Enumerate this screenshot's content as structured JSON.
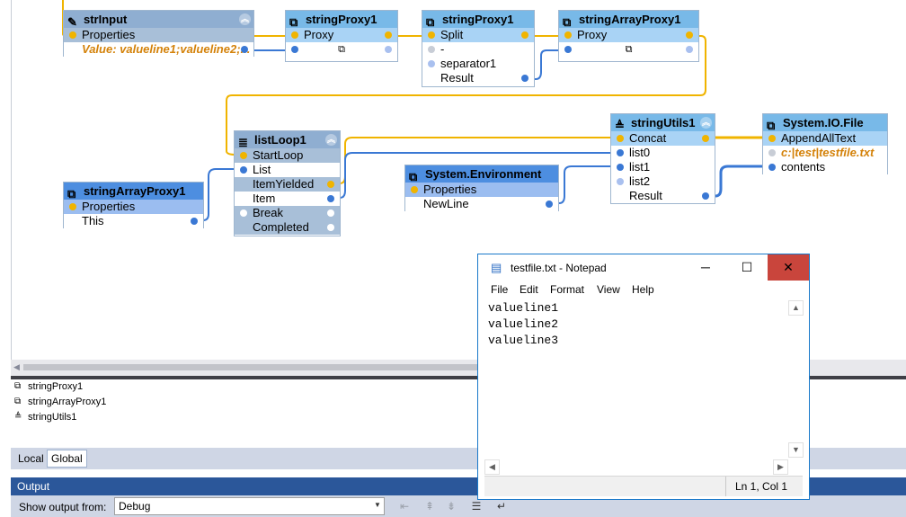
{
  "nodes": {
    "strInput": {
      "title": "strInput",
      "rows": [
        "Properties",
        "Value: valueline1;valueline2;..."
      ]
    },
    "stringProxy1a": {
      "title": "stringProxy1",
      "rows": [
        "Proxy"
      ]
    },
    "stringProxy1b": {
      "title": "stringProxy1",
      "rows": [
        "Split",
        "-",
        "separator1",
        "Result"
      ]
    },
    "stringArrayProxy1a": {
      "title": "stringArrayProxy1",
      "rows": [
        "Proxy"
      ]
    },
    "listLoop1": {
      "title": "listLoop1",
      "rows": [
        "StartLoop",
        "List",
        "ItemYielded",
        "Item",
        "Break",
        "Completed"
      ]
    },
    "stringArrayProxy1b": {
      "title": "stringArrayProxy1",
      "rows": [
        "Properties",
        "This"
      ]
    },
    "systemEnvironment": {
      "title": "System.Environment",
      "rows": [
        "Properties",
        "NewLine"
      ]
    },
    "stringUtils1": {
      "title": "stringUtils1",
      "rows": [
        "Concat",
        "list0",
        "list1",
        "list2",
        "Result"
      ]
    },
    "systemIOFile": {
      "title": "System.IO.File",
      "rows": [
        "AppendAllText",
        "c:|test|testfile.txt",
        "contents"
      ]
    }
  },
  "variables": [
    "stringProxy1",
    "stringArrayProxy1",
    "stringUtils1"
  ],
  "tabs": [
    "Local",
    "Global"
  ],
  "output": {
    "header": "Output",
    "show_label": "Show output from:",
    "source": "Debug"
  },
  "notepad": {
    "title": "testfile.txt - Notepad",
    "menu": [
      "File",
      "Edit",
      "Format",
      "View",
      "Help"
    ],
    "content": "valueline1\nvalueline2\nvalueline3",
    "status": "Ln 1, Col 1",
    "minimize": "─",
    "maximize": "☐",
    "close": "✕"
  },
  "colors": {
    "wire_exec": "#f0b400",
    "wire_data": "#3a78d4",
    "output_header": "#2b579a",
    "close_button": "#c9453c"
  }
}
